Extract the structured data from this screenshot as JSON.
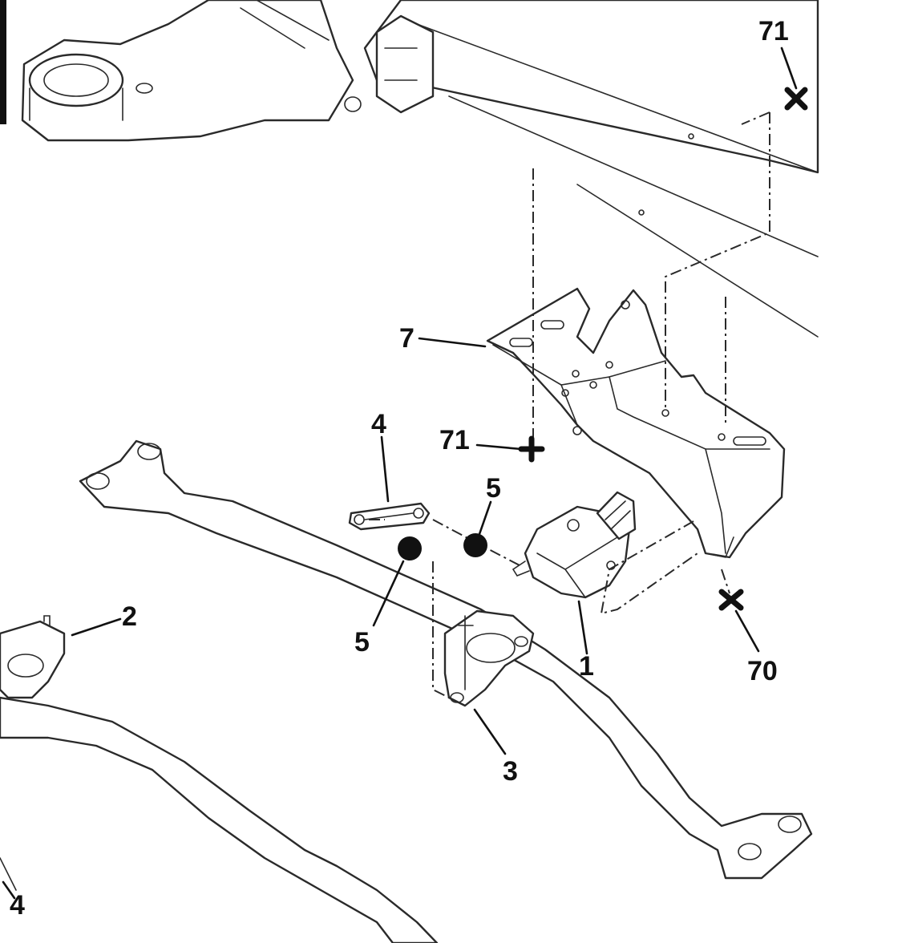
{
  "diagram": {
    "callouts": [
      {
        "id": "c71_top",
        "text": "71"
      },
      {
        "id": "c7",
        "text": "7"
      },
      {
        "id": "c71_mid",
        "text": "71"
      },
      {
        "id": "c4_top",
        "text": "4"
      },
      {
        "id": "c5_right",
        "text": "5"
      },
      {
        "id": "c5_left",
        "text": "5"
      },
      {
        "id": "c2",
        "text": "2"
      },
      {
        "id": "c1",
        "text": "1"
      },
      {
        "id": "c70",
        "text": "70"
      },
      {
        "id": "c3",
        "text": "3"
      },
      {
        "id": "c4_bottom",
        "text": "4"
      }
    ],
    "colors": {
      "line": "#2a2a2a",
      "ink": "#111111",
      "background": "#ffffff"
    }
  }
}
